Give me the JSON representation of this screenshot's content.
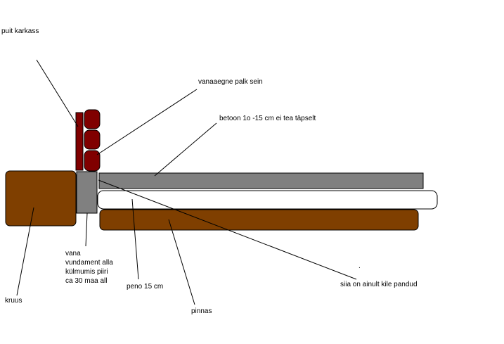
{
  "labels": {
    "puit_karkass": "puit karkass",
    "vanaaegne_palk_sein": "vanaaegne palk sein",
    "betoon": "betoon 1o -15 cm ei tea täpselt",
    "vana_vundament": "vana\nvundament alla\nkülmumis piiri\nca 30 maa all",
    "kruus": "kruus",
    "peno": "peno 15 cm",
    "pinnas": "pinnas",
    "siia": "siia on ainult kile pandud",
    "dot": "."
  },
  "colors": {
    "brown": "#7f3f00",
    "dark_red": "#800000",
    "gray": "#808080",
    "white": "#ffffff",
    "outline": "#000000"
  }
}
